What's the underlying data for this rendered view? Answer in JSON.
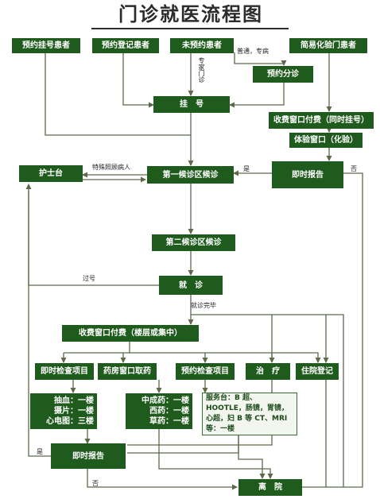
{
  "title": "门诊就医流程图",
  "nodes": {
    "appt_register": "预约挂号患者",
    "appt_enroll": "预约登记患者",
    "no_appt": "未预约患者",
    "simple_lab": "简易化验门患者",
    "appt_triage": "预约分诊",
    "register": "挂　号",
    "cashier_top": "收费窗口付费（同时挂号）",
    "lab_window": "体验窗口（化验）",
    "nurse": "护士台",
    "first_wait": "第一候诊区候诊",
    "instant_report_top": "即时报告",
    "second_wait": "第二候诊区候诊",
    "consult": "就　诊",
    "cashier_mid": "收费窗口付费（楼层或集中）",
    "instant_exam": "即时检查项目",
    "pharmacy": "药房窗口取药",
    "appt_exam": "预约检查项目",
    "treatment": "治　疗",
    "admission": "住院登记",
    "exam_detail": "抽血：一楼\n摄片：一楼\n心电图：三楼",
    "drug_detail": "中成药：一楼\n西药：一楼\n草药：一楼",
    "service_detail": "服务台：B 超、HOOTLE，肠镜，胃镜，心超，妇 B 等 CT、MRI 等：一楼",
    "instant_report_bottom": "即时报告",
    "leave": "离　院"
  },
  "labels": {
    "normal_special": "普通，专病",
    "expert_clinic": "专家门诊",
    "special_care": "特殊照顾病人",
    "yes_top": "是",
    "no_top": "否",
    "missed": "过号",
    "done": "就诊完毕",
    "yes_bottom": "是",
    "no_bottom": "否"
  },
  "colors": {
    "box": "#1f5b1d",
    "box_text": "#ffffff",
    "line": "#5c6a4a",
    "detail_bg": "#f2f6ee"
  }
}
